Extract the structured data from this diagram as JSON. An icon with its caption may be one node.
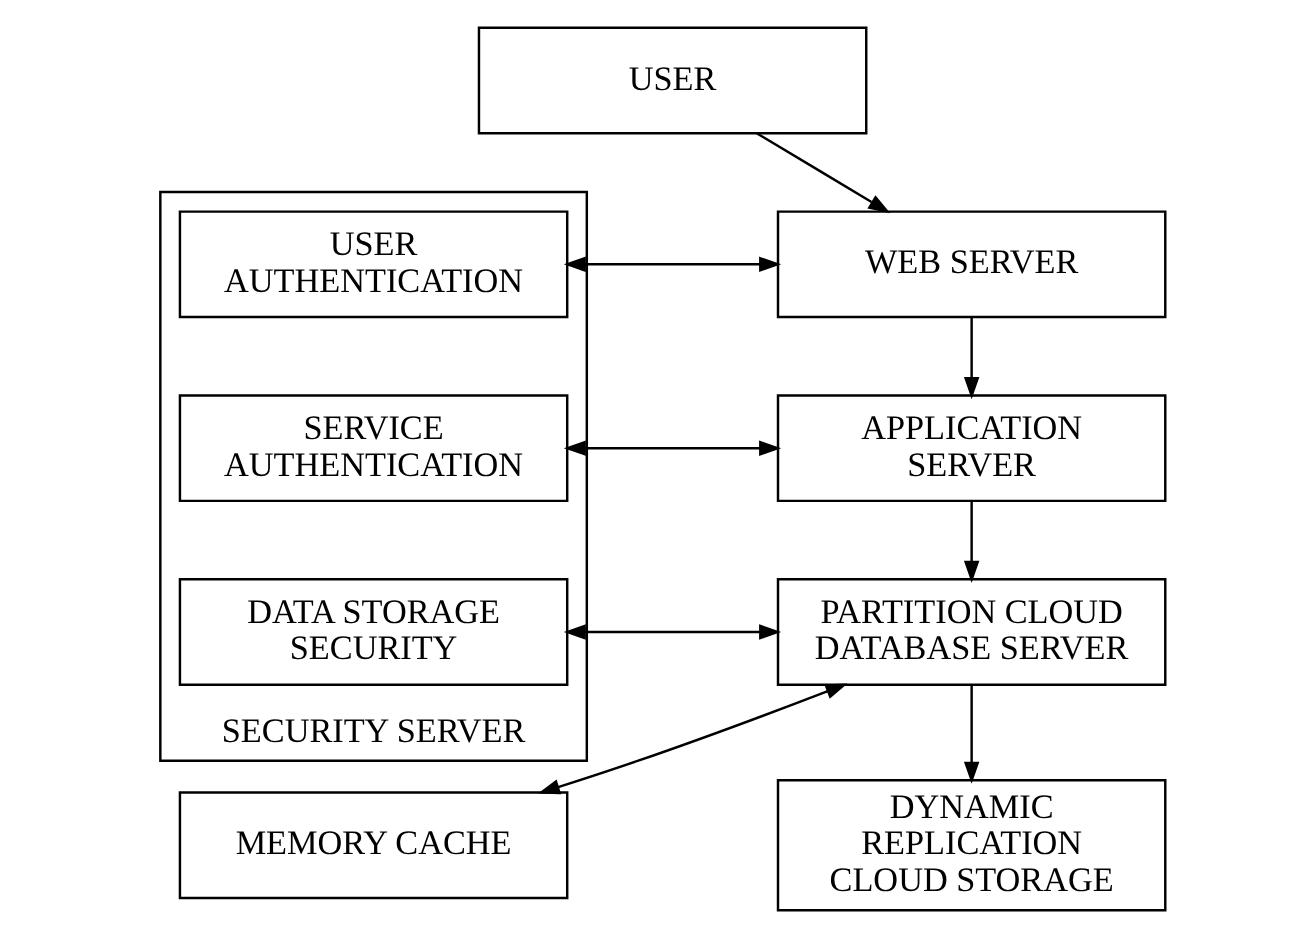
{
  "diagram": {
    "nodes": [
      {
        "text": [
          "USER"
        ]
      },
      {
        "text": [
          "WEB SERVER"
        ]
      },
      {
        "text": [
          "APPLICATION SERVER"
        ]
      },
      {
        "text": [
          "PARTITION CLOUD DATABASE SERVER"
        ]
      },
      {
        "text": [
          "DYNAMIC REPLICATION CLOUD STORAGE"
        ]
      },
      {
        "text": [
          "SECURITY SERVER"
        ]
      },
      {
        "text": [
          "USER AUTHENTICATION"
        ],
        "in": 5
      },
      {
        "text": [
          "SERVICE AUTHENTICATION"
        ],
        "in": 5
      },
      {
        "text": [
          "DATA STORAGE SECURITY"
        ],
        "in": 5
      },
      {
        "text": [
          "MEMORY CACHE"
        ]
      }
    ],
    "edges": [
      {
        "from": 0,
        "to": 1,
        "arrow": "to"
      },
      {
        "from": 1,
        "to": 2,
        "arrow": "to"
      },
      {
        "from": 2,
        "to": 3,
        "arrow": "to"
      },
      {
        "from": 3,
        "to": 4,
        "arrow": "to"
      },
      {
        "from": 1,
        "to": 6,
        "arrow": "both"
      },
      {
        "from": 2,
        "to": 7,
        "arrow": "both"
      },
      {
        "from": 3,
        "to": 8,
        "arrow": "both"
      },
      {
        "from": 3,
        "to": 9,
        "arrow": "both"
      }
    ]
  }
}
